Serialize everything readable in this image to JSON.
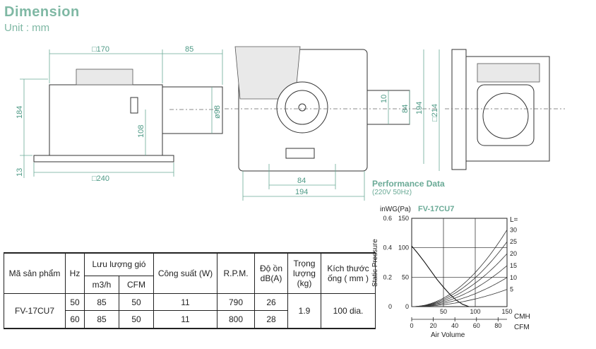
{
  "header": {
    "title": "Dimension",
    "unit": "Unit : mm"
  },
  "dimensions": {
    "side_view": {
      "width": "□170",
      "duct_offset": "85",
      "height": "184",
      "duct_height": "108",
      "duct_dia": "ø98",
      "panel_height": "13",
      "panel_width": "□240"
    },
    "bottom_view": {
      "duct_depth": "10",
      "duct_width": "84",
      "panel_size": "194",
      "outer_size": "□214",
      "spigot_width": "84",
      "body_width": "194"
    }
  },
  "performance": {
    "title": "Performance Data",
    "subtitle": "(220V 50Hz)"
  },
  "chart_data": {
    "type": "line",
    "title": "FV-17CU7",
    "ylabel": "Static Pressure",
    "y_unit_label": "inWG(Pa)",
    "xlabel": "Air Volume",
    "x_unit_cmh": "CMH",
    "x_unit_cfm": "CFM",
    "y_ticks_inwg": [
      "0",
      "0.2",
      "0.4",
      "0.6"
    ],
    "y_ticks_pa": [
      "0",
      "50",
      "100",
      "150"
    ],
    "x_ticks_cmh": [
      "50",
      "100",
      "150"
    ],
    "x_ticks_cfm": [
      "0",
      "20",
      "40",
      "60",
      "80"
    ],
    "xlim_cmh": [
      0,
      150
    ],
    "ylim_pa": [
      0,
      150
    ],
    "grid": true,
    "fan_curve": {
      "name": "FV-17CU7",
      "x": [
        0,
        10,
        20,
        30,
        40,
        50,
        60,
        70,
        80,
        90
      ],
      "y": [
        103,
        90,
        76,
        61,
        46,
        33,
        21,
        11,
        4,
        0
      ]
    },
    "duct_length_label": "L=",
    "duct_curves": [
      {
        "name": "30",
        "k": 0.0058
      },
      {
        "name": "25",
        "k": 0.0049
      },
      {
        "name": "20",
        "k": 0.004
      },
      {
        "name": "15",
        "k": 0.0031
      },
      {
        "name": "10",
        "k": 0.0022
      },
      {
        "name": "5",
        "k": 0.0013
      }
    ]
  },
  "spec_table": {
    "headers": {
      "model": "Mã sản phẩm",
      "hz": "Hz",
      "airflow": "Lưu lượng gió",
      "m3h": "m3/h",
      "cfm": "CFM",
      "power": "Công suất (W)",
      "rpm": "R.P.M.",
      "noise": "Độ ồn dB(A)",
      "weight": "Trọng lượng (kg)",
      "size": "Kích thước ống ( mm )"
    },
    "model": "FV-17CU7",
    "weight": "1.9",
    "size": "100 dia.",
    "rows": [
      {
        "hz": "50",
        "m3h": "85",
        "cfm": "50",
        "power": "11",
        "rpm": "790",
        "noise": "26"
      },
      {
        "hz": "60",
        "m3h": "85",
        "cfm": "50",
        "power": "11",
        "rpm": "800",
        "noise": "28"
      }
    ]
  }
}
